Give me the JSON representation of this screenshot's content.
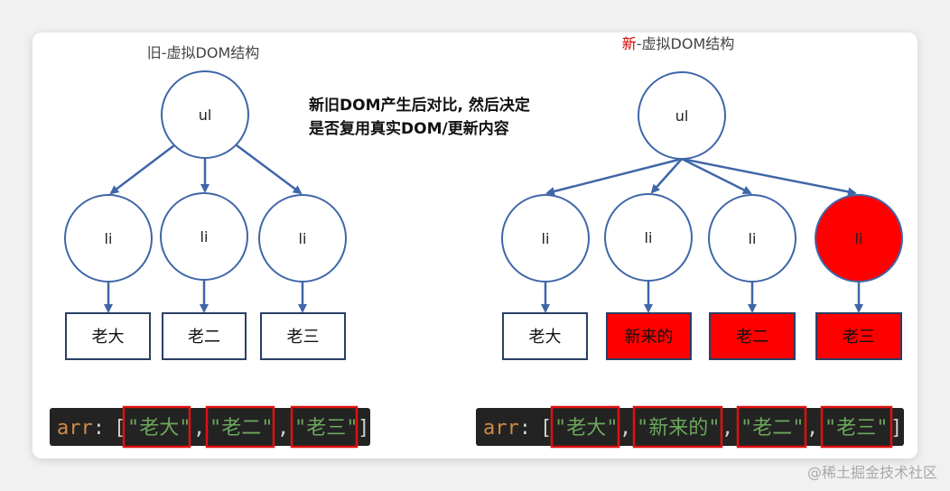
{
  "colors": {
    "node_stroke": "#3f66a8",
    "arrow": "#3f66a8",
    "highlight_fill": "#ff0000",
    "box_stroke": "#2a3f66",
    "code_bg": "#232323",
    "code_highlight": "#e01010"
  },
  "left": {
    "title": "旧-虚拟DOM结构",
    "root": "ul",
    "items": [
      {
        "node": "li",
        "text": "老大"
      },
      {
        "node": "li",
        "text": "老二"
      },
      {
        "node": "li",
        "text": "老三"
      }
    ],
    "code": {
      "keyword": "arr",
      "colon": ":",
      "open": "[",
      "close": "]",
      "comma": ",",
      "strings": [
        "\"老大\"",
        "\"老二\"",
        "\"老三\""
      ]
    }
  },
  "right": {
    "title_highlight": "新",
    "title_rest": "-虚拟DOM结构",
    "root": "ul",
    "items": [
      {
        "node": "li",
        "text": "老大",
        "highlight": false,
        "node_highlight": false
      },
      {
        "node": "li",
        "text": "新来的",
        "highlight": true,
        "node_highlight": false
      },
      {
        "node": "li",
        "text": "老二",
        "highlight": true,
        "node_highlight": false
      },
      {
        "node": "li",
        "text": "老三",
        "highlight": true,
        "node_highlight": true
      }
    ],
    "code": {
      "keyword": "arr",
      "colon": ":",
      "open": "[",
      "close": "]",
      "comma": ",",
      "strings": [
        "\"老大\"",
        "\"新来的\"",
        "\"老二\"",
        "\"老三\""
      ]
    }
  },
  "note": {
    "line1": "新旧DOM产生后对比, 然后决定",
    "line2": "是否复用真实DOM/更新内容"
  },
  "watermark": "@稀土掘金技术社区"
}
